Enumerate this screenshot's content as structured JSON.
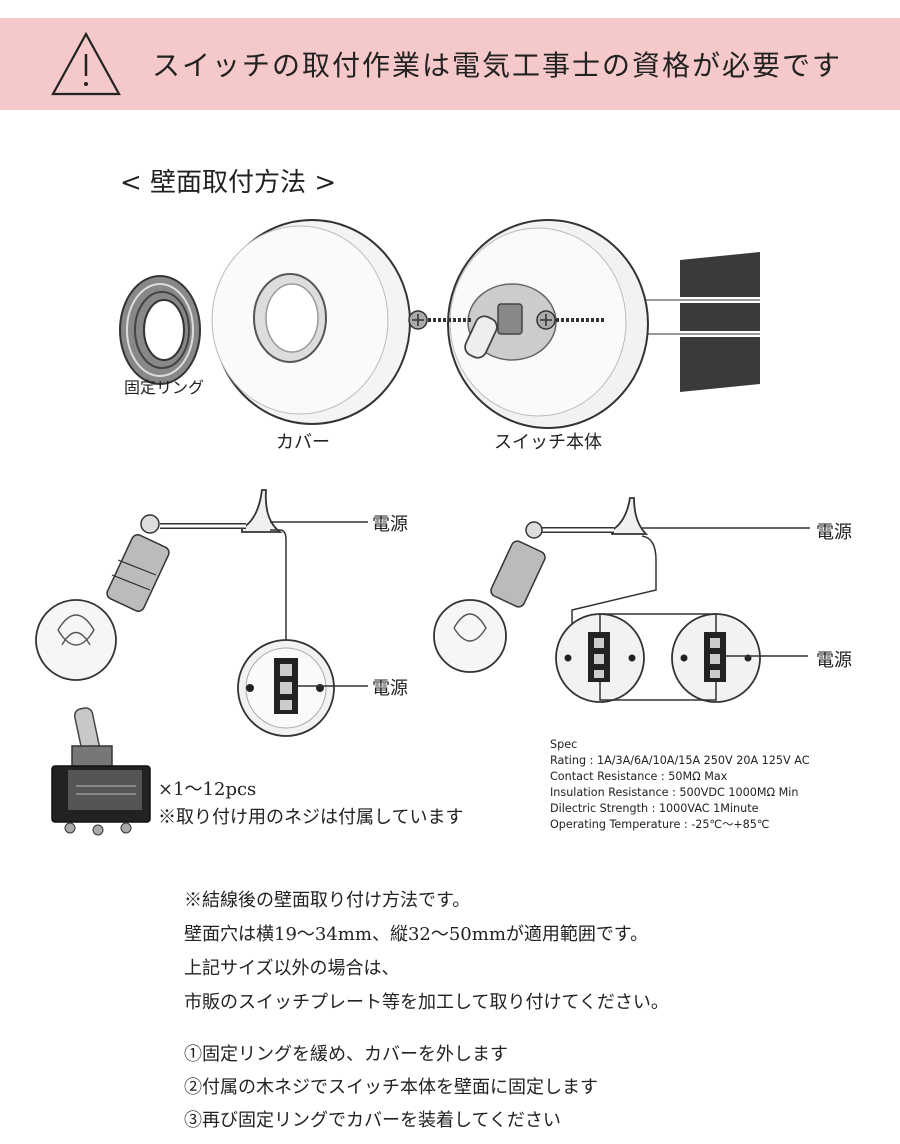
{
  "banner": {
    "text": "スイッチの取付作業は電気工事士の資格が必要です",
    "warning_icon": "warning-triangle-icon",
    "bg": "#f5c9c9"
  },
  "section_title": "< 壁面取付方法 >",
  "parts": {
    "ring": "固定リング",
    "cover": "カバー",
    "body": "スイッチ本体"
  },
  "power_label": "電源",
  "quantity": {
    "count": "×1～12pcs",
    "screws": "※取り付け用のネジは付属しています"
  },
  "spec": {
    "heading": "Spec",
    "rating": "Rating : 1A/3A/6A/10A/15A 250V 20A 125V AC",
    "contact": "Contact Resistance : 50MΩ Max",
    "insulation": "Insulation Resistance : 500VDC 1000MΩ Min",
    "dielectric": "Dilectric Strength : 1000VAC 1Minute",
    "temperature": "Operating Temperature : -25℃～+85℃"
  },
  "notes": [
    "※結線後の壁面取り付け方法です。",
    "壁面穴は横19～34mm、縦32～50mmが適用範囲です。",
    "上記サイズ以外の場合は、",
    "市販のスイッチプレート等を加工して取り付けてください。"
  ],
  "steps": [
    "①固定リングを緩め、カバーを外します",
    "②付属の木ネジでスイッチ本体を壁面に固定します",
    "③再び固定リングでカバーを装着してください"
  ]
}
